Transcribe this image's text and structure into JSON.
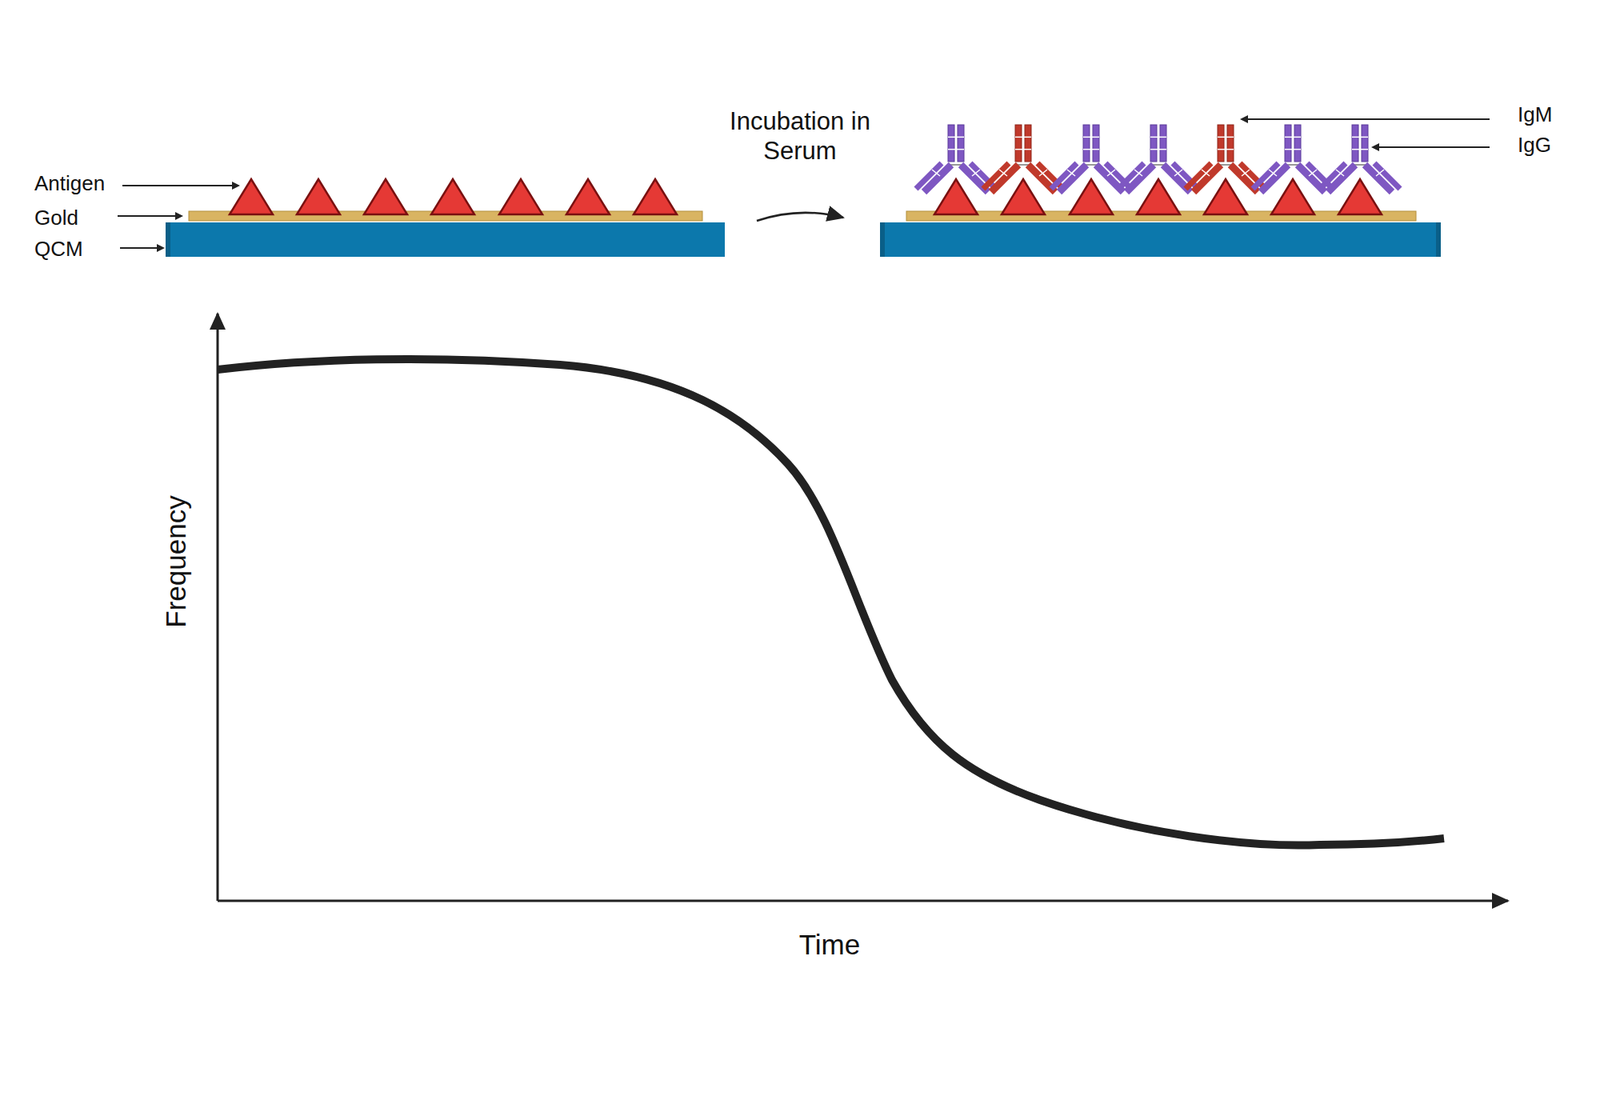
{
  "diagram": {
    "labels": [
      "Antigen",
      "Gold",
      "QCM",
      "Incubation in Serum",
      "IgM",
      "IgG",
      "Frequency",
      "Time"
    ]
  }
}
